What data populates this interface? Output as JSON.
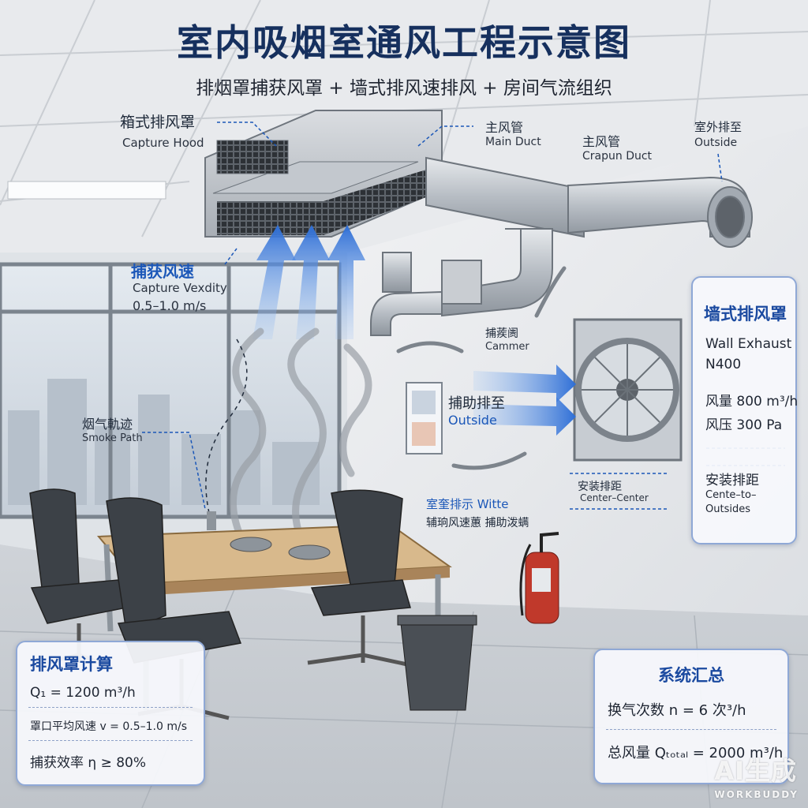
{
  "header": {
    "title": "室内吸烟室通风工程示意图",
    "subtitle": "排烟罩捕获风罩 + 墙式排风速排风 + 房间气流组织"
  },
  "labels": {
    "hood_zh": "箱式排风罩",
    "hood_en": "Capture Hood",
    "main_duct1_zh": "主风管",
    "main_duct1_en": "Main Duct",
    "main_duct2_zh": "主风管",
    "main_duct2_en": "Crapun Duct",
    "outside_zh": "室外排至",
    "outside_en": "Outside",
    "capture_zh": "捕获风速",
    "capture_en": "Capture Vexdity",
    "capture_val": "0.5–1.0 m/s",
    "damper_zh": "捕蒺阓",
    "damper_en": "Cammer",
    "aux_zh": "捕助排至",
    "aux_en": "Outside",
    "smoke_zh": "烟气軌迹",
    "smoke_en": "Smoke Path",
    "install_zh": "安装排距",
    "install_en": "Center–Center",
    "room_line1": "室奎排示  Witte",
    "room_line2": "辅珦风速蕙 捕助泼螨"
  },
  "wall_panel": {
    "title": "墙式排风罩",
    "name": "Wall Exhaust",
    "model": "N400",
    "airflow": "风量 800 m³/h",
    "pressure": "风压 300 Pa",
    "install_zh": "安装排距",
    "install_en1": "Cente–to–",
    "install_en2": "Outsides"
  },
  "calc_panel": {
    "title": "排风罩计算",
    "q": "Q₁ = 1200 m³/h",
    "velocity": "罩口平均风速 v = 0.5–1.0 m/s",
    "efficiency": "捕获效率 η ≥ 80%"
  },
  "summary_panel": {
    "title": "系统汇总",
    "ach": "换气次数  n = 6 次³/h",
    "total": "总风量 Qₜₒₜₐₗ = 2000 m³/h"
  },
  "watermark": {
    "main": "AI生成",
    "sub": "WORKBUDDY"
  },
  "colors": {
    "title": "#16305e",
    "accent_blue": "#1b57b8",
    "arrow_blue": "#2f6fd6",
    "duct": "#b9bfc6",
    "panel_border": "#8fa8d6",
    "extinguisher": "#c0392b"
  }
}
